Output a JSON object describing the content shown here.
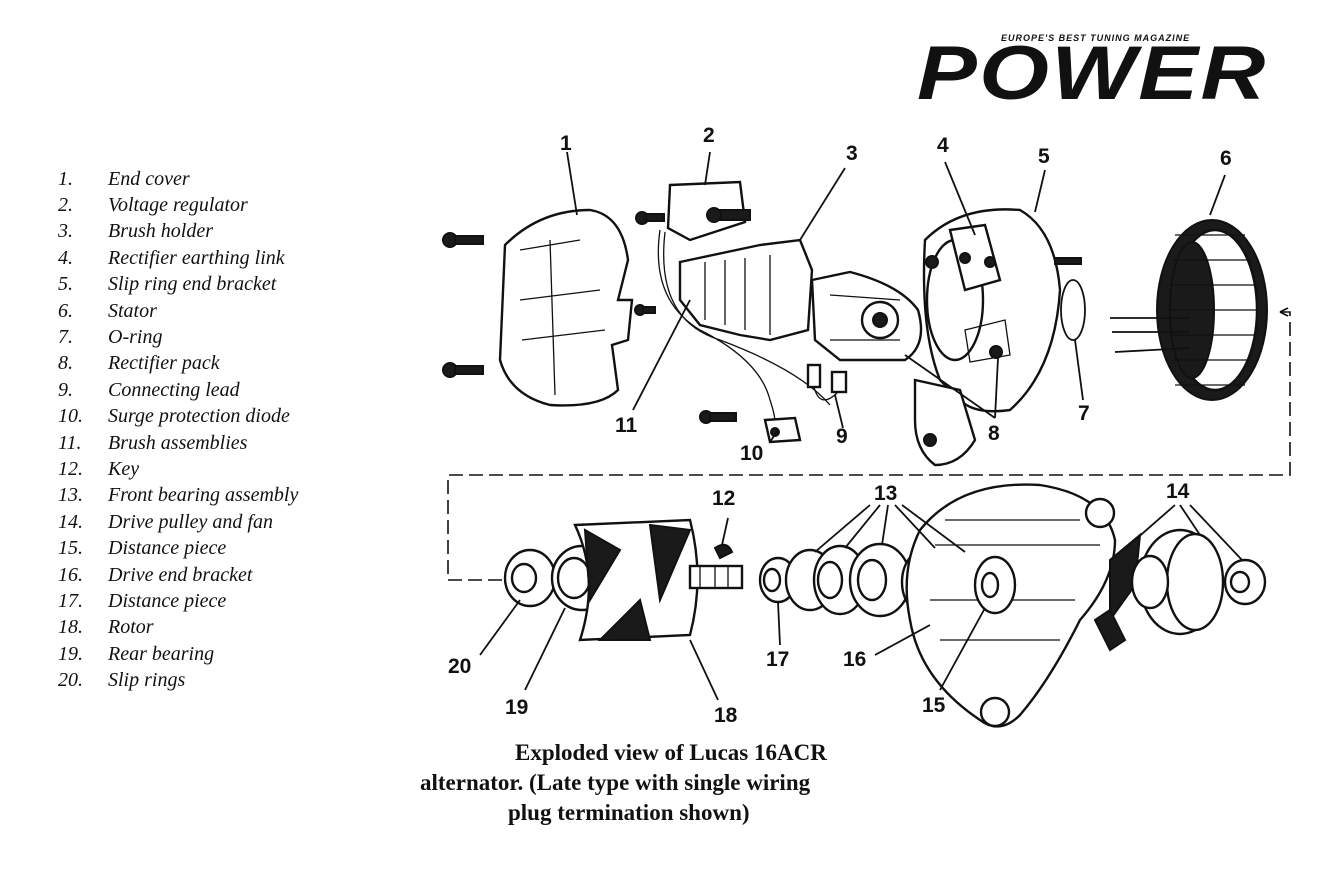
{
  "logo": {
    "tagline": "EUROPE'S BEST TUNING MAGAZINE",
    "wordmark": "POWER"
  },
  "legend": [
    {
      "num": "1.",
      "label": "End cover"
    },
    {
      "num": "2.",
      "label": "Voltage regulator"
    },
    {
      "num": "3.",
      "label": "Brush holder"
    },
    {
      "num": "4.",
      "label": "Rectifier earthing link"
    },
    {
      "num": "5.",
      "label": "Slip ring end bracket"
    },
    {
      "num": "6.",
      "label": "Stator"
    },
    {
      "num": "7.",
      "label": "O-ring"
    },
    {
      "num": "8.",
      "label": "Rectifier pack"
    },
    {
      "num": "9.",
      "label": "Connecting lead"
    },
    {
      "num": "10.",
      "label": "Surge protection diode"
    },
    {
      "num": "11.",
      "label": "Brush assemblies"
    },
    {
      "num": "12.",
      "label": "Key"
    },
    {
      "num": "13.",
      "label": "Front bearing assembly"
    },
    {
      "num": "14.",
      "label": "Drive pulley and fan"
    },
    {
      "num": "15.",
      "label": "Distance piece"
    },
    {
      "num": "16.",
      "label": "Drive end bracket"
    },
    {
      "num": "17.",
      "label": "Distance piece"
    },
    {
      "num": "18.",
      "label": "Rotor"
    },
    {
      "num": "19.",
      "label": "Rear bearing"
    },
    {
      "num": "20.",
      "label": "Slip rings"
    }
  ],
  "callouts": {
    "c1": "1",
    "c2": "2",
    "c3": "3",
    "c4": "4",
    "c5": "5",
    "c6": "6",
    "c7": "7",
    "c8": "8",
    "c9": "9",
    "c10": "10",
    "c11": "11",
    "c12": "12",
    "c13": "13",
    "c14": "14",
    "c15": "15",
    "c16": "16",
    "c17": "17",
    "c18": "18",
    "c19": "19",
    "c20": "20"
  },
  "caption": {
    "line1": "Exploded view of Lucas 16ACR",
    "line2": "alternator. (Late type with single wiring",
    "line3": "plug termination shown)"
  },
  "colors": {
    "ink": "#111111",
    "background": "#ffffff"
  }
}
